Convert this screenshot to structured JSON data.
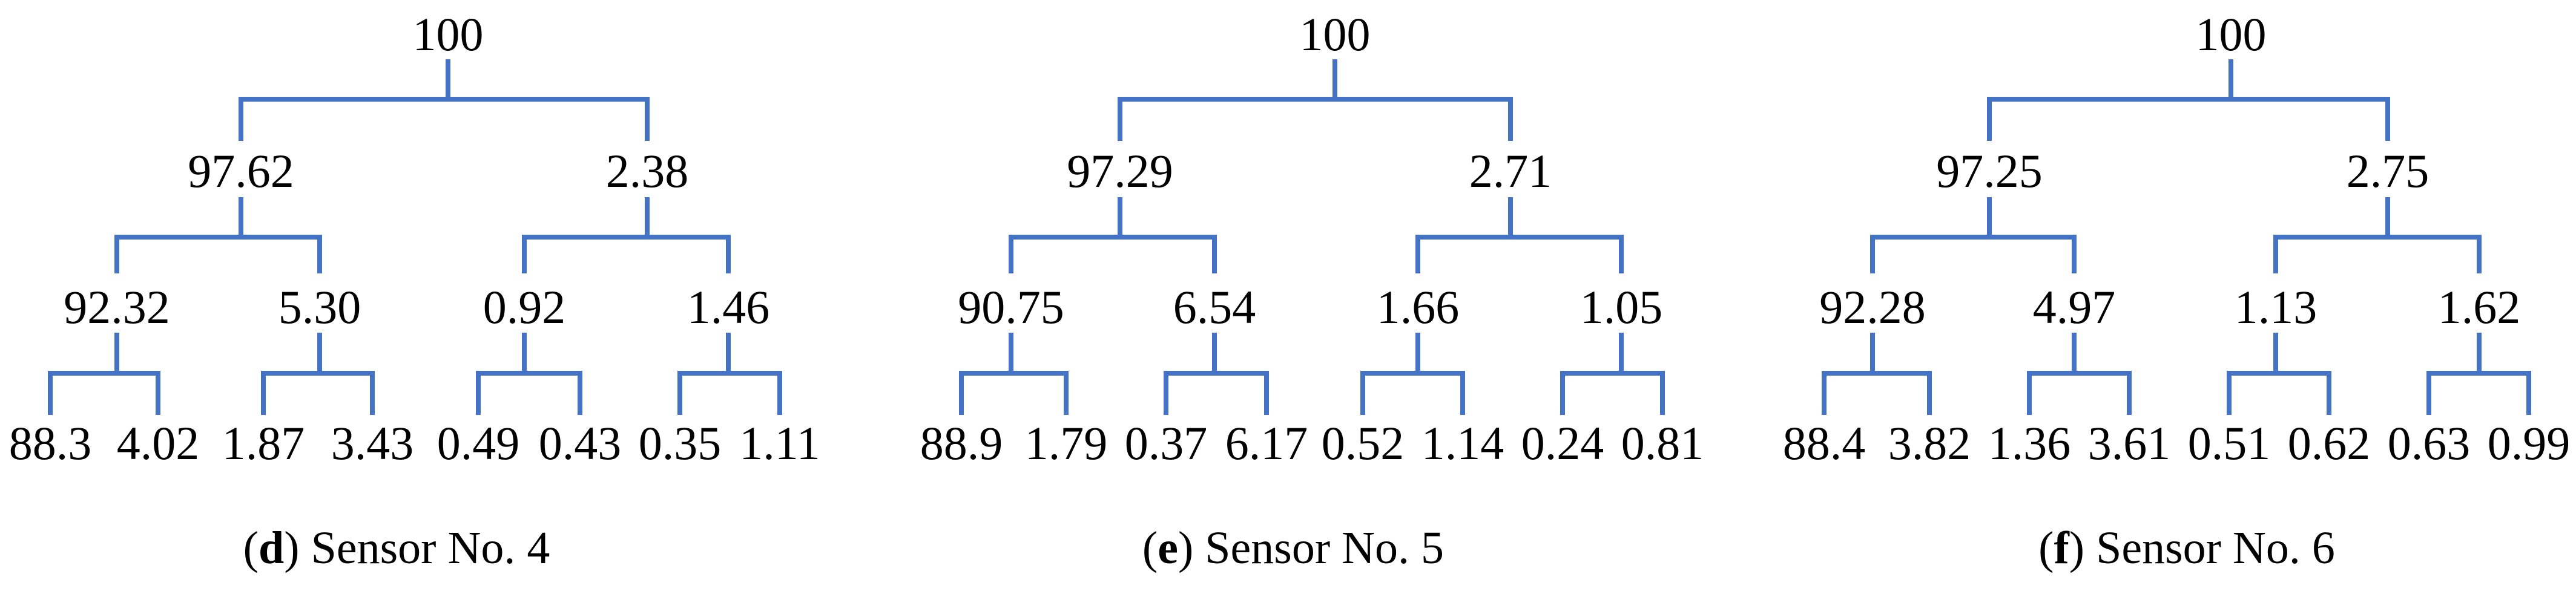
{
  "figure": {
    "line_color": "#4472C4",
    "text_color": "#000000",
    "description": "Wavelet packet energy decomposition trees (percent) for three sensors",
    "panels": [
      {
        "caption": {
          "open": "(",
          "letter": "d",
          "close": ")",
          "rest": " Sensor No. 4"
        },
        "tree": {
          "value": "100",
          "children": [
            {
              "value": "97.62",
              "children": [
                {
                  "value": "92.32",
                  "children": [
                    {
                      "value": "88.3"
                    },
                    {
                      "value": "4.02"
                    }
                  ]
                },
                {
                  "value": "5.30",
                  "children": [
                    {
                      "value": "1.87"
                    },
                    {
                      "value": "3.43"
                    }
                  ]
                }
              ]
            },
            {
              "value": "2.38",
              "children": [
                {
                  "value": "0.92",
                  "children": [
                    {
                      "value": "0.49"
                    },
                    {
                      "value": "0.43"
                    }
                  ]
                },
                {
                  "value": "1.46",
                  "children": [
                    {
                      "value": "0.35"
                    },
                    {
                      "value": "1.11"
                    }
                  ]
                }
              ]
            }
          ]
        }
      },
      {
        "caption": {
          "open": "(",
          "letter": "e",
          "close": ")",
          "rest": " Sensor No. 5"
        },
        "tree": {
          "value": "100",
          "children": [
            {
              "value": "97.29",
              "children": [
                {
                  "value": "90.75",
                  "children": [
                    {
                      "value": "88.9"
                    },
                    {
                      "value": "1.79"
                    }
                  ]
                },
                {
                  "value": "6.54",
                  "children": [
                    {
                      "value": "0.37"
                    },
                    {
                      "value": "6.17"
                    }
                  ]
                }
              ]
            },
            {
              "value": "2.71",
              "children": [
                {
                  "value": "1.66",
                  "children": [
                    {
                      "value": "0.52"
                    },
                    {
                      "value": "1.14"
                    }
                  ]
                },
                {
                  "value": "1.05",
                  "children": [
                    {
                      "value": "0.24"
                    },
                    {
                      "value": "0.81"
                    }
                  ]
                }
              ]
            }
          ]
        }
      },
      {
        "caption": {
          "open": "(",
          "letter": "f",
          "close": ")",
          "rest": " Sensor No. 6"
        },
        "tree": {
          "value": "100",
          "children": [
            {
              "value": "97.25",
              "children": [
                {
                  "value": "92.28",
                  "children": [
                    {
                      "value": "88.4"
                    },
                    {
                      "value": "3.82"
                    }
                  ]
                },
                {
                  "value": "4.97",
                  "children": [
                    {
                      "value": "1.36"
                    },
                    {
                      "value": "3.61"
                    }
                  ]
                }
              ]
            },
            {
              "value": "2.75",
              "children": [
                {
                  "value": "1.13",
                  "children": [
                    {
                      "value": "0.51"
                    },
                    {
                      "value": "0.62"
                    }
                  ]
                },
                {
                  "value": "1.62",
                  "children": [
                    {
                      "value": "0.63"
                    },
                    {
                      "value": "0.99"
                    }
                  ]
                }
              ]
            }
          ]
        }
      }
    ]
  },
  "chart_data": [
    {
      "type": "tree",
      "title": "(d) Sensor No. 4",
      "levels": [
        [
          100
        ],
        [
          97.62,
          2.38
        ],
        [
          92.32,
          5.3,
          0.92,
          1.46
        ],
        [
          88.3,
          4.02,
          1.87,
          3.43,
          0.49,
          0.43,
          0.35,
          1.11
        ]
      ]
    },
    {
      "type": "tree",
      "title": "(e) Sensor No. 5",
      "levels": [
        [
          100
        ],
        [
          97.29,
          2.71
        ],
        [
          90.75,
          6.54,
          1.66,
          1.05
        ],
        [
          88.9,
          1.79,
          0.37,
          6.17,
          0.52,
          1.14,
          0.24,
          0.81
        ]
      ]
    },
    {
      "type": "tree",
      "title": "(f) Sensor No. 6",
      "levels": [
        [
          100
        ],
        [
          97.25,
          2.75
        ],
        [
          92.28,
          4.97,
          1.13,
          1.62
        ],
        [
          88.4,
          3.82,
          1.36,
          3.61,
          0.51,
          0.62,
          0.63,
          0.99
        ]
      ]
    }
  ]
}
